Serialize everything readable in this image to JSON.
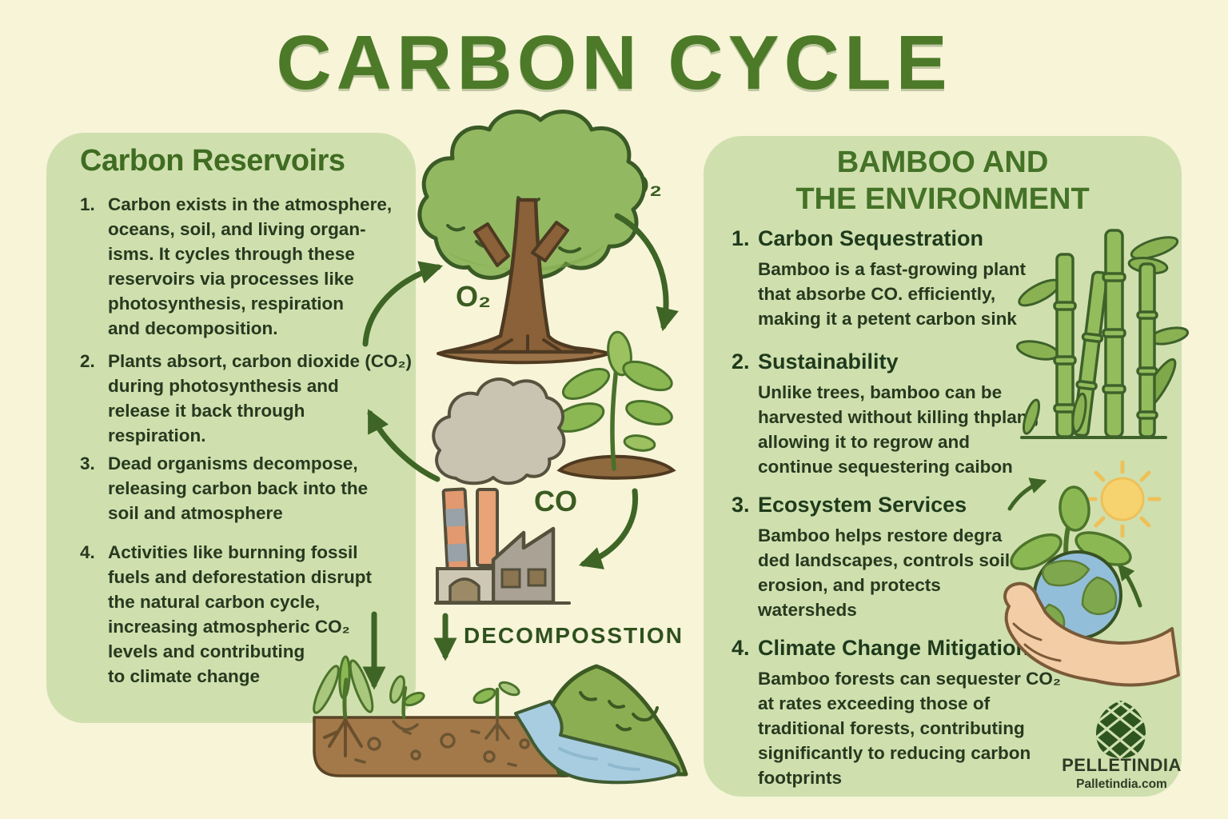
{
  "title": "CARBON CYCLE",
  "colors": {
    "background": "#f7f4d8",
    "panel_green": "#cfe0ae",
    "title_green": "#4c7a28",
    "text_dark_green": "#27391f",
    "arrow_green": "#3e6525",
    "river_blue": "#a8cde0",
    "soil_brown": "#a3794a",
    "sun_yellow": "#f6d36e"
  },
  "left_panel": {
    "heading": "Carbon Reservoirs",
    "items": [
      {
        "num": "1.",
        "text": "Carbon exists in the atmosphere,\noceans, soil, and living organ-\nisms. It cycles through these\nreservoirs via processes like\nphotosynthesis, respiration\nand decomposition."
      },
      {
        "num": "2.",
        "text": "Plants absort, carbon dioxide (CO₂)\nduring photosynthesis and\nrelease it back through\nrespiration."
      },
      {
        "num": "3.",
        "text": "Dead organisms decompose,\nreleasing carbon back into the\nsoil and atmosphere"
      },
      {
        "num": "4.",
        "text": "Activities like burnning fossil\nfuels and deforestation disrupt\nthe natural carbon cycle,\nincreasing atmospheric CO₂\nlevels and contributing\nto climate change"
      }
    ]
  },
  "diagram": {
    "co2_label": "CO₂",
    "o2_label": "O₂",
    "co_label": "CO",
    "decomposition_label": "DECOMPOSSTION"
  },
  "right_panel": {
    "heading": "BAMBOO AND\nTHE ENVIRONMENT",
    "items": [
      {
        "num": "1.",
        "title": "Carbon Sequestration",
        "text": "Bamboo is a fast-growing plant\nthat absorbe CO. efficiently,\nmaking it a petent carbon sink"
      },
      {
        "num": "2.",
        "title": "Sustainability",
        "text": "Unlike trees, bamboo can be\nharvested without killing thplant,\nallowing it to regrow and\ncontinue sequestering caibon"
      },
      {
        "num": "3.",
        "title": "Ecosystem Services",
        "text": "Bamboo helps restore degra\nded landscapes, controls soil\nerosion, and protects\nwatersheds"
      },
      {
        "num": "4.",
        "title": "Climate Change Mitigation",
        "text": "Bamboo forests can sequester CO₂\nat rates exceeding those of\ntraditional forests, contributing\nsignificantly to reducing carbon\nfootprints"
      }
    ]
  },
  "brand": {
    "name": "PELLETINDIA",
    "website": "Palletindia.com"
  }
}
